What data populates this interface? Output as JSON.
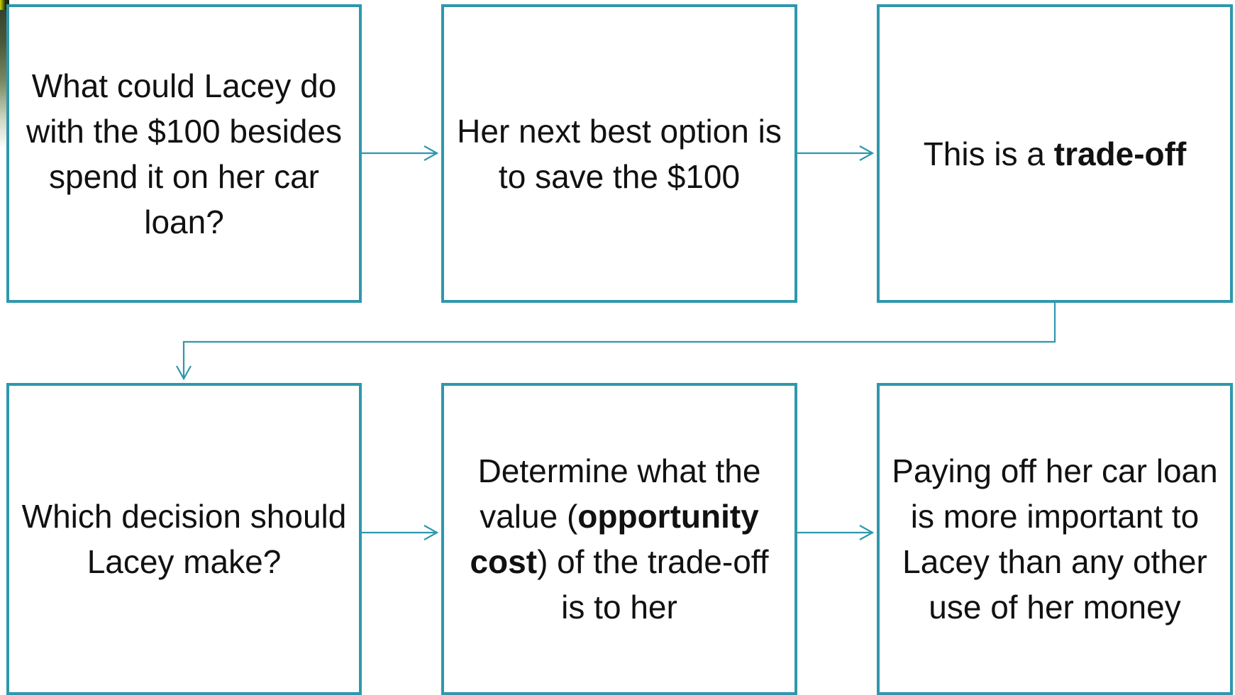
{
  "colors": {
    "box_border": "#2f97ad",
    "text": "#111111",
    "background": "#ffffff"
  },
  "boxes": [
    {
      "id": "question",
      "parts": [
        {
          "text": "What could Lacey do with the $100 besides spend it on her car loan?",
          "bold": false
        }
      ]
    },
    {
      "id": "next-best-option",
      "parts": [
        {
          "text": "Her next best option is to save the $100",
          "bold": false
        }
      ]
    },
    {
      "id": "trade-off",
      "parts": [
        {
          "text": "This is a ",
          "bold": false
        },
        {
          "text": "trade-off",
          "bold": true
        }
      ]
    },
    {
      "id": "decision",
      "parts": [
        {
          "text": "Which decision should Lacey make?",
          "bold": false
        }
      ]
    },
    {
      "id": "opportunity-cost",
      "parts": [
        {
          "text": "Determine what  the value (",
          "bold": false
        },
        {
          "text": "opportunity cost",
          "bold": true
        },
        {
          "text": ") of the trade-off is to her",
          "bold": false
        }
      ]
    },
    {
      "id": "conclusion",
      "parts": [
        {
          "text": "Paying off her car loan is more important to Lacey than any other use of her money",
          "bold": false
        }
      ]
    }
  ],
  "connectors": [
    {
      "from": "question",
      "to": "next-best-option"
    },
    {
      "from": "next-best-option",
      "to": "trade-off"
    },
    {
      "from": "trade-off",
      "to": "decision"
    },
    {
      "from": "decision",
      "to": "opportunity-cost"
    },
    {
      "from": "opportunity-cost",
      "to": "conclusion"
    }
  ]
}
